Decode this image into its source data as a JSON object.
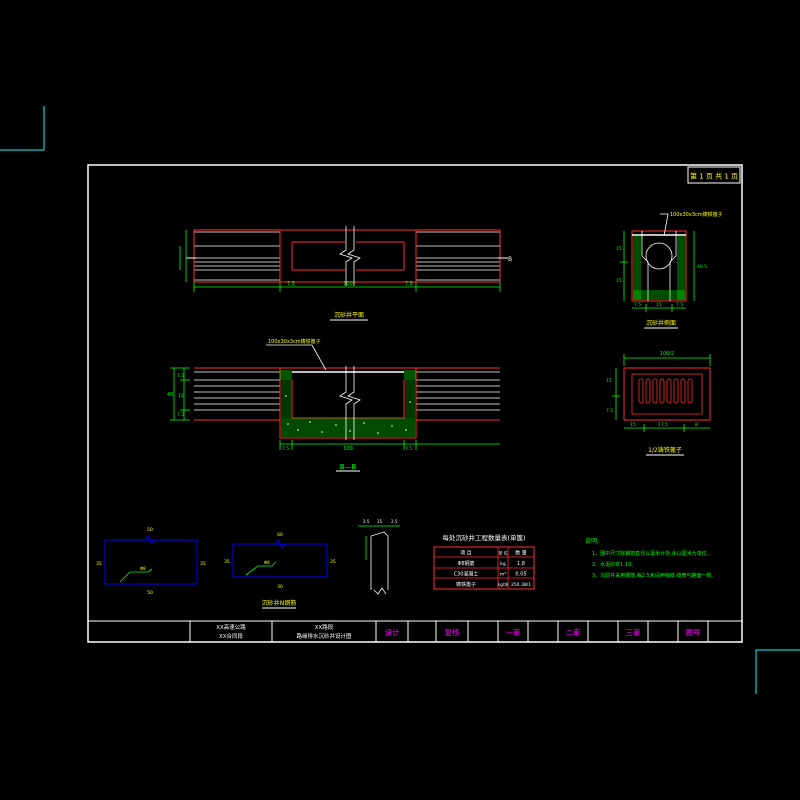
{
  "page_tag": "第 1 页  共 1 页",
  "views": {
    "plan_title": "沉砂井平面",
    "section_title": "B—B",
    "side_title": "沉砂井侧面",
    "half_grate_title": "1/2铸铁篦子",
    "rebar_title": "沉砂井N钢筋",
    "grate_callout_1": "100x30x3cm铸铁篦子",
    "grate_callout_2": "100x30x3cm铸铁篦子",
    "section_marker": "B"
  },
  "dims": {
    "plan_len": "100",
    "plan_side": "7.5",
    "sec_len": "100",
    "sec_side": "7.5",
    "sec_h_total": "40",
    "sec_h_top": "7.5",
    "sec_h_mid": "15",
    "sec_h_bot": "7.5",
    "side_w_a": "7.5",
    "side_w_b": "15",
    "side_w_c": "7.5",
    "side_h": "40.5",
    "side_h_a": "15",
    "side_h_b": "15",
    "grate_len": "100/2",
    "grate_a": "15",
    "grate_b": "17.5",
    "grate_c": "8",
    "grate_h_a": "15",
    "grate_h_b": "7.5",
    "rebar1_top": "50",
    "rebar1_side": "35",
    "rebar1_mid": "Φ8",
    "rebar1_bot": "50",
    "rebar2_top": "60",
    "rebar2_side": "35",
    "rebar2_mid": "Φ8",
    "rebar2_bot": "30",
    "detail_a": "2.5",
    "detail_b": "15",
    "detail_c": "2.5"
  },
  "table": {
    "title": "每处沉砂井工程数量表(单篦)",
    "headers": [
      "项 目",
      "单 位",
      "数 量"
    ],
    "rows": [
      [
        "Φ8钢筋",
        "kg",
        "1.8"
      ],
      [
        "C30混凝土",
        "m³",
        "0.05"
      ],
      [
        "铸铁篦子",
        "kg/块",
        "250.38/1"
      ]
    ]
  },
  "notes": {
    "title": "说明:",
    "items": [
      "1、图中尺寸除钢筋直径以毫米计外,余以厘米为单位。",
      "2、水泥砂浆1:10。",
      "3、沉砂井采用钢筋,每2.5米设伸缩缝,缝宽与路面一致。"
    ]
  },
  "title_block": {
    "project_1": "XX高速公路",
    "project_2": "XX合同段",
    "drawing_1": "XX路段",
    "drawing_2": "路缘排水沉砂井设计图",
    "design": "设计",
    "check": "复核",
    "review_1": "一审",
    "review_2": "二审",
    "review_3": "三审",
    "drawing_no": "图号"
  },
  "colors": {
    "background": "#000000",
    "frame": "#ffffff",
    "outline": "#ff2d2d",
    "dimension": "#00ff00",
    "fill_lines": "#ffffff",
    "annotation": "#ffff00",
    "rebar": "#0000ff",
    "page_marks": "#00ffff",
    "title_text": "#ff00ff"
  }
}
